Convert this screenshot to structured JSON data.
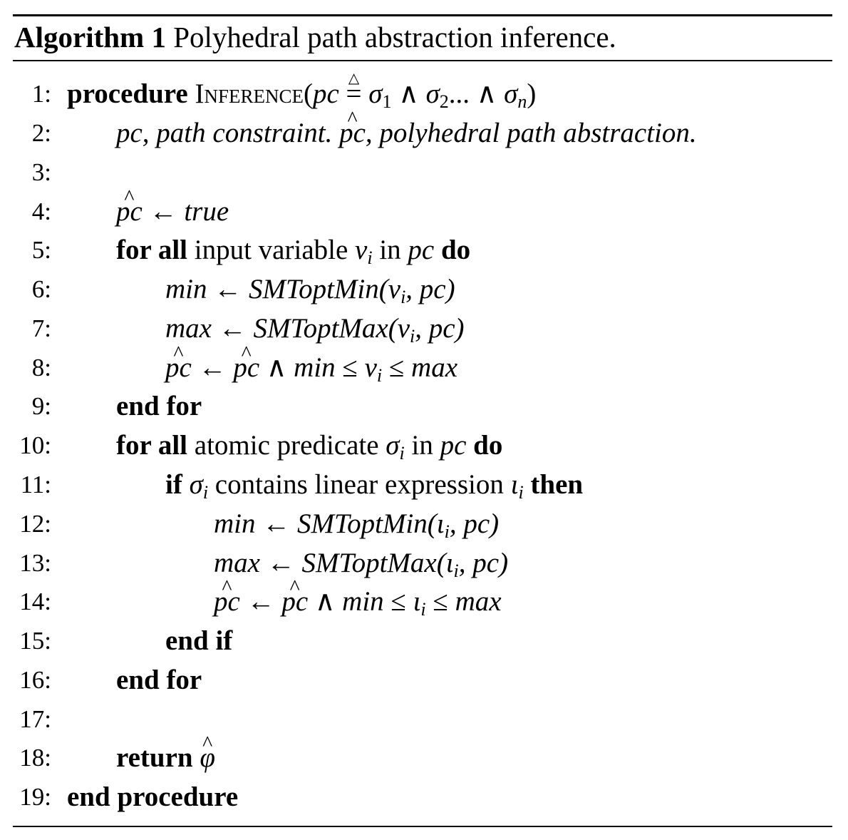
{
  "caption": {
    "label": "Algorithm 1",
    "text": "Polyhedral path abstraction inference."
  },
  "lines": [
    {
      "num": "1:"
    },
    {
      "num": "2:"
    },
    {
      "num": "3:"
    },
    {
      "num": "4:"
    },
    {
      "num": "5:"
    },
    {
      "num": "6:"
    },
    {
      "num": "7:"
    },
    {
      "num": "8:"
    },
    {
      "num": "9:"
    },
    {
      "num": "10:"
    },
    {
      "num": "11:"
    },
    {
      "num": "12:"
    },
    {
      "num": "13:"
    },
    {
      "num": "14:"
    },
    {
      "num": "15:"
    },
    {
      "num": "16:"
    },
    {
      "num": "17:"
    },
    {
      "num": "18:"
    },
    {
      "num": "19:"
    }
  ],
  "tokens": {
    "procedure": "procedure",
    "inference": "Inference",
    "sig_open": "(",
    "pc": "pc",
    "defeq": "=",
    "defeq_tri": "△",
    "sigma": "σ",
    "sub1": "1",
    "sub2": "2",
    "subn": "n",
    "subi": "i",
    "and": "∧",
    "ellipsis": "...",
    "close": ")",
    "comment_pc": "pc, path constraint.",
    "comment_hat": "pc",
    "comment_rest": ", polyhedral path abstraction.",
    "arrow": "←",
    "true": "true",
    "for_all": "for all",
    "input_variable": "input variable",
    "v": "v",
    "in": "in",
    "do": "do",
    "min": "min",
    "max": "max",
    "optmin": "SMToptMin(",
    "optmax": "SMToptMax(",
    "comma_pc": ", pc)",
    "leq": "≤",
    "end_for": "end for",
    "atomic_predicate": "atomic predicate",
    "if": "if",
    "contains_linear": "contains linear expression",
    "iota": "ι",
    "then": "then",
    "end_if": "end if",
    "return": "return",
    "phi": "φ",
    "end_procedure": "end procedure"
  }
}
